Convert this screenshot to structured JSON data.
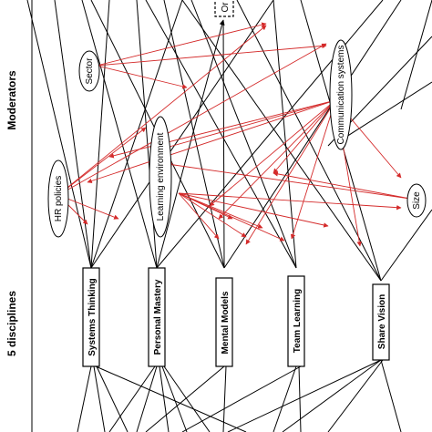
{
  "left_labels": {
    "moderators": "Moderators",
    "disciplines": "5 disciplines"
  },
  "top_node": "Or",
  "moderators": {
    "sector": "Sector",
    "hr_policies": "HR policies",
    "learning_environment": "Learning environment",
    "communication_systems": "Communication systems",
    "size": "Size"
  },
  "disciplines": [
    "Systems Thinking",
    "Personal Mastery",
    "Mental Models",
    "Team Learning",
    "Share Vision"
  ],
  "colors": {
    "black_lines": "#000000",
    "red_arrows": "#d42a2a"
  }
}
